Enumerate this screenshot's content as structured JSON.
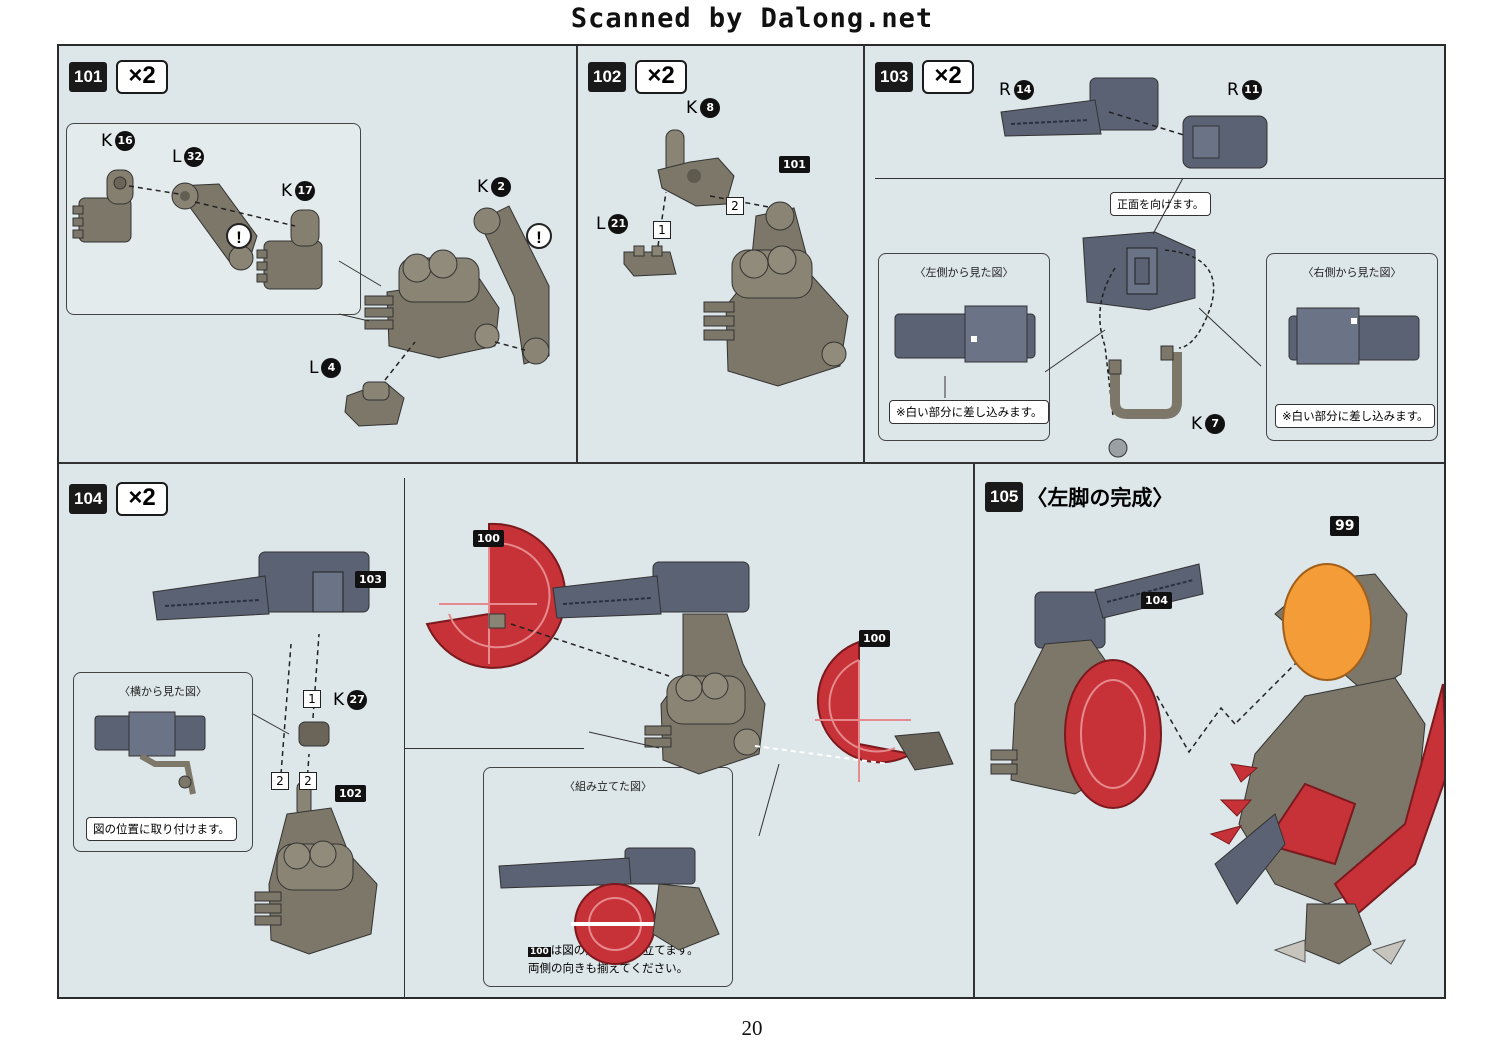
{
  "banner": "Scanned by Dalong.net",
  "page_number": "20",
  "colors": {
    "gunmetal": "#7c7768",
    "navy": "#5a6274",
    "red": "#c73138",
    "orange": "#f39c38",
    "sheet": "#dde6e8"
  },
  "steps": {
    "s101": {
      "num": "101",
      "mult": "×2",
      "parts": {
        "k16": "K",
        "n16": "16",
        "l32": "L",
        "n32": "32",
        "k17": "K",
        "n17": "17",
        "k2": "K",
        "n2": "2",
        "l4": "L",
        "n4": "4"
      }
    },
    "s102": {
      "num": "102",
      "mult": "×2",
      "parts": {
        "k8": "K",
        "n8": "8",
        "l21": "L",
        "n21": "21",
        "ref": "101",
        "o1": "1",
        "o2": "2"
      }
    },
    "s103": {
      "num": "103",
      "mult": "×2",
      "parts": {
        "r14": "R",
        "n14": "14",
        "r11": "R",
        "n11": "11",
        "k7": "K",
        "n7": "7"
      },
      "front": "正面を向けます。",
      "left_view": {
        "title": "〈左側から見た図〉",
        "note": "※白い部分に差し込みます。"
      },
      "right_view": {
        "title": "〈右側から見た図〉",
        "note": "※白い部分に差し込みます。"
      }
    },
    "s104": {
      "num": "104",
      "mult": "×2",
      "parts": {
        "ref103": "103",
        "ref102": "102",
        "k27": "K",
        "n27": "27",
        "o1": "1",
        "o2a": "2",
        "o2b": "2",
        "ref100a": "100",
        "ref100b": "100"
      },
      "side_view": {
        "title": "〈横から見た図〉",
        "note": "図の位置に取り付けます。"
      },
      "assembled": {
        "title": "〈組み立てた図〉",
        "ref": "100",
        "note1": "は図の角度で組み立てます。",
        "note2": "両側の向きも揃えてください。"
      }
    },
    "s105": {
      "num": "105",
      "title": "〈左脚の完成〉",
      "parts": {
        "ref104": "104",
        "ref99": "99"
      }
    }
  }
}
